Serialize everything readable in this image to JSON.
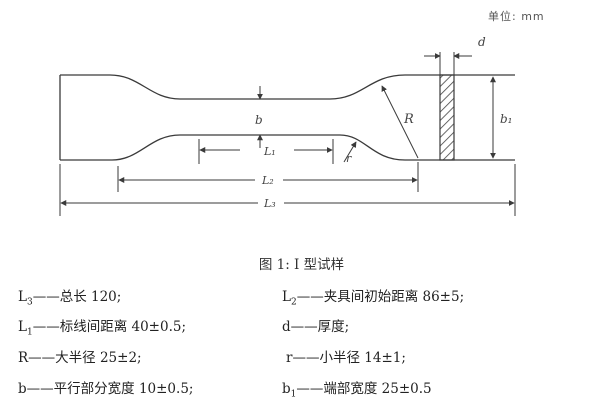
{
  "drawing": {
    "unit_label": "单位: mm",
    "labels": {
      "d": "d",
      "b": "b",
      "b1": "b₁",
      "R": "R",
      "r": "r",
      "L1": "L₁",
      "L2": "L₂",
      "L3": "L₃"
    }
  },
  "caption": "图 1: I 型试样",
  "legend": [
    {
      "sym": "L",
      "sub": "3",
      "desc": "——总长 120;"
    },
    {
      "sym": "L",
      "sub": "2",
      "desc": "——夹具间初始距离 86±5;"
    },
    {
      "sym": "L",
      "sub": "1",
      "desc": "——标线间距离 40±0.5;"
    },
    {
      "sym": "d",
      "sub": "",
      "desc": "——厚度;"
    },
    {
      "sym": "R",
      "sub": "",
      "desc": "——大半径 25±2;"
    },
    {
      "sym": "r",
      "sub": "",
      "desc": "——小半径 14±1;"
    },
    {
      "sym": "b",
      "sub": "",
      "desc": "——平行部分宽度 10±0.5;"
    },
    {
      "sym": "b",
      "sub": "1",
      "desc": "——端部宽度 25±0.5"
    }
  ],
  "colors": {
    "line": "#3a3a3a"
  }
}
